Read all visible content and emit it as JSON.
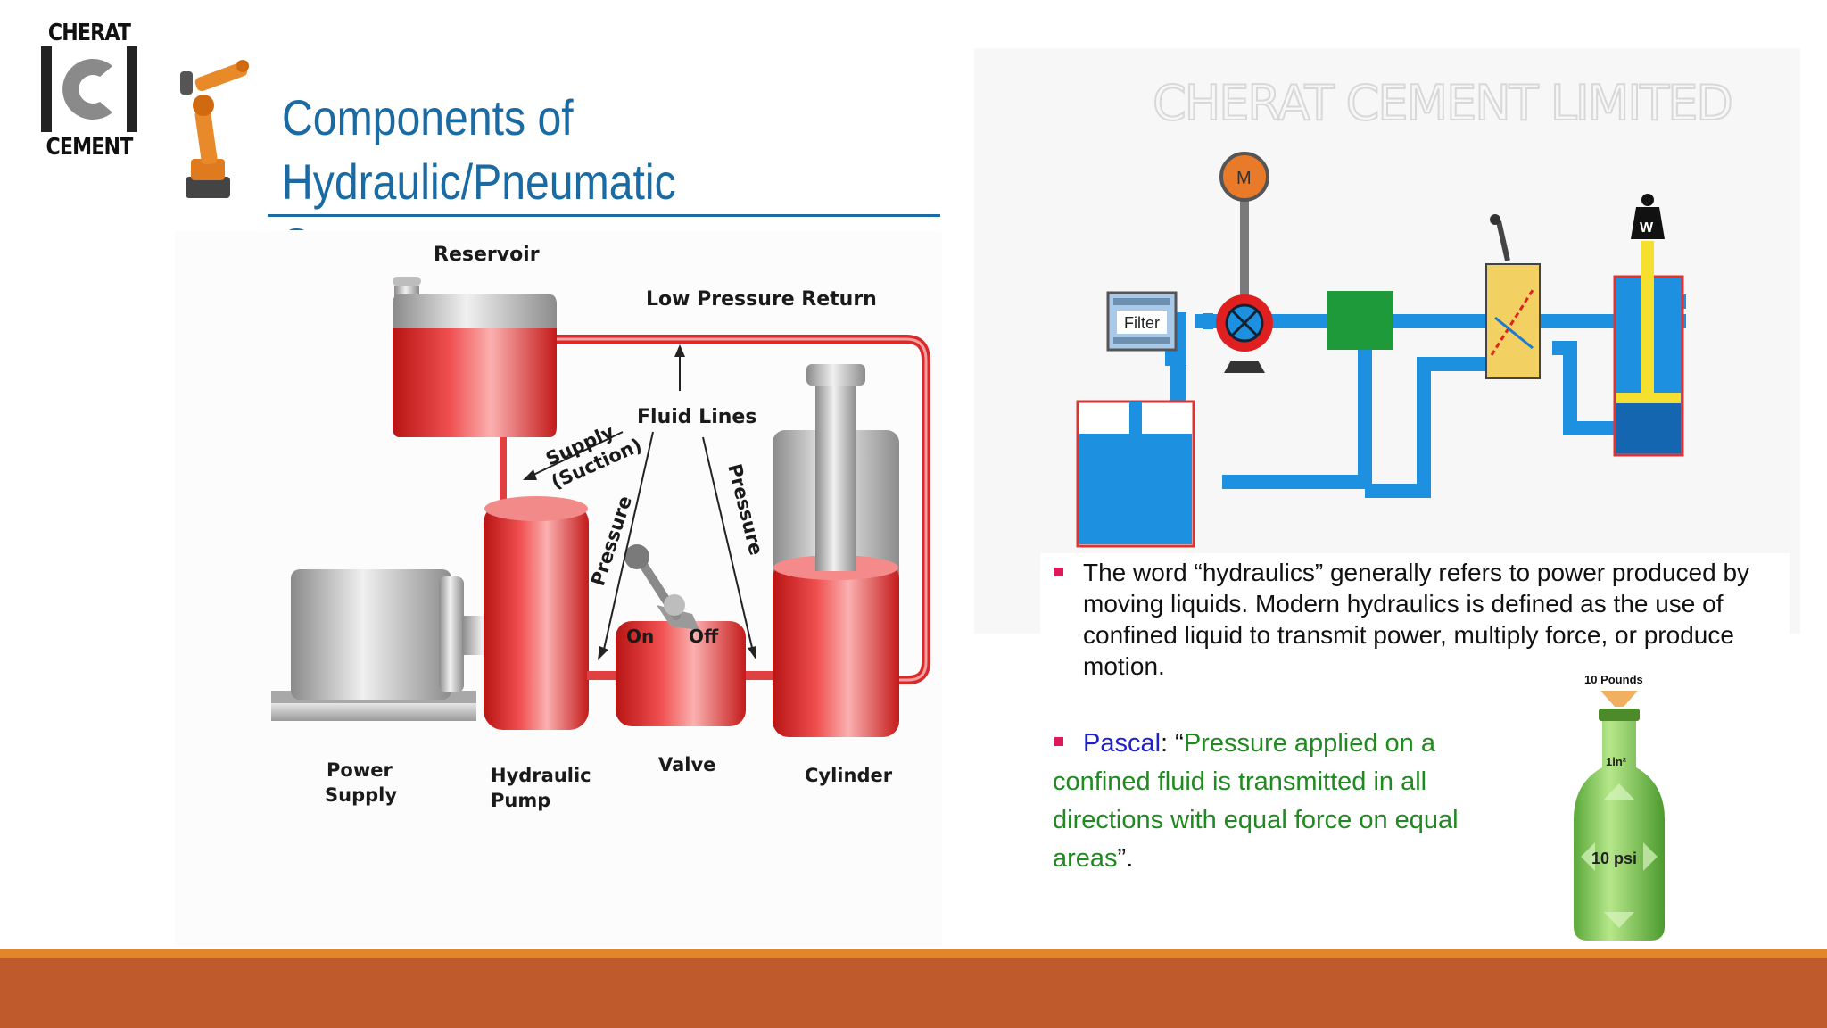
{
  "logo": {
    "top_text": "CHERAT",
    "bottom_text": "CEMENT",
    "mark_letter": "C"
  },
  "title": "Components of Hydraulic/Pneumatic\nSystems",
  "watermark": "CHERAT CEMENT LIMITED",
  "hydraulic_diagram": {
    "reservoir": "Reservoir",
    "low_pressure_return": "Low Pressure Return",
    "fluid_lines": "Fluid Lines",
    "supply": "Supply",
    "suction": "(Suction)",
    "pressure_left": "Pressure",
    "pressure_right": "Pressure",
    "on": "On",
    "off": "Off",
    "power": "Power",
    "supply_label": "Supply",
    "hydraulic": "Hydraulic",
    "pump": "Pump",
    "valve": "Valve",
    "cylinder": "Cylinder"
  },
  "circuit": {
    "filter": "Filter",
    "motor": "M",
    "weight": "W"
  },
  "text": {
    "para1": "The word “hydraulics” generally refers to power produced by moving liquids. Modern hydraulics is defined as the use of confined liquid to transmit power, multiply force, or produce motion.",
    "pascal_label": "Pascal",
    "pascal_colon": ": “",
    "pascal_quote": "Pressure applied on a confined fluid is transmitted in all directions with equal force on equal areas",
    "pascal_end": "”."
  },
  "bottle": {
    "pounds": "10 Pounds",
    "area": "1in²",
    "psi": "10 psi"
  },
  "colors": {
    "title_blue": "#1a6aa3",
    "band": "#bf5a2c",
    "band_line": "#e3862a",
    "bullet": "#e0195c",
    "quote_green": "#1f8a1f",
    "pascal_blue": "#1f1fcf"
  }
}
